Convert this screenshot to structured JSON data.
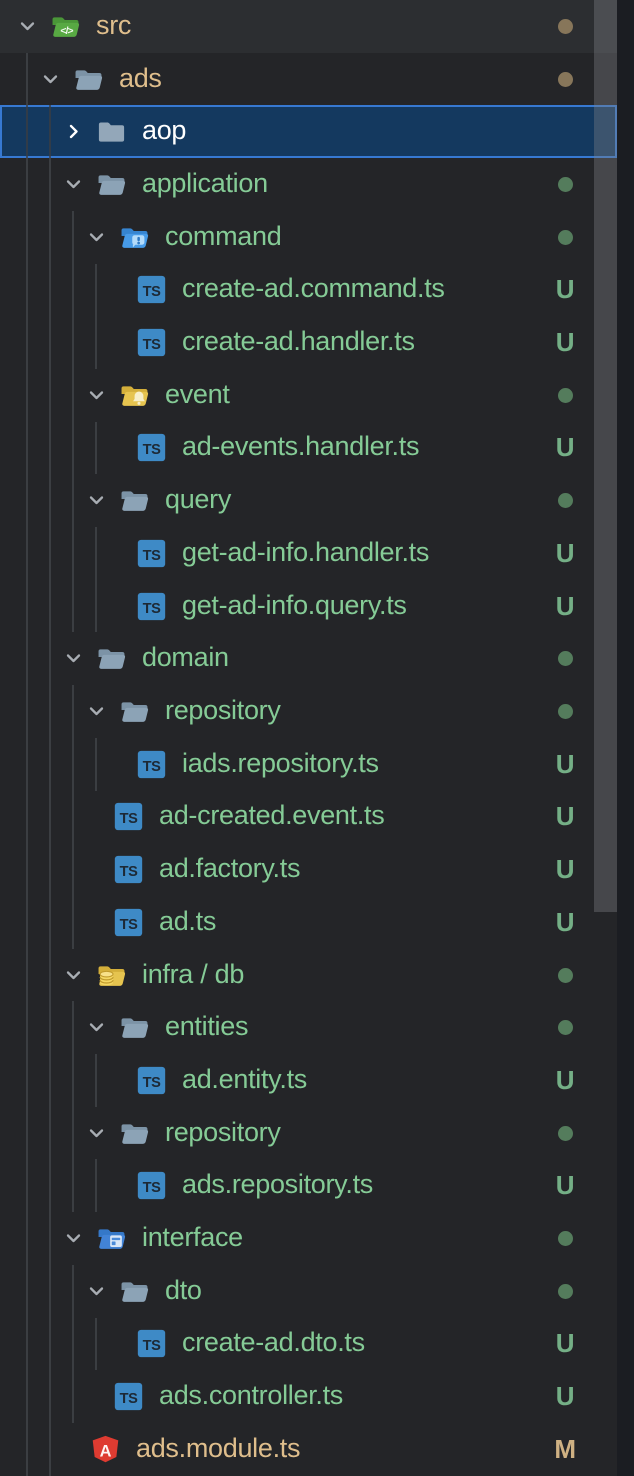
{
  "explorer": {
    "title": "file-explorer-tree",
    "colors": {
      "background": "#242528",
      "panel_edge": "#1B1D22",
      "row_hover": "#2C2E31",
      "selection_background": "#14395F",
      "selection_border": "#3779D2",
      "indent_guide": "#3B3E42",
      "chevron": "#A8ADB3",
      "chevron_selected": "#FFFFFF",
      "text_untracked": "#85CB96",
      "text_modified": "#DFBE8C",
      "text_selected": "#FFFFFF",
      "badge_untracked": "#74AF86",
      "badge_modified": "#CFB183",
      "dot_untracked": "#547C5C",
      "dot_modified": "#87765A",
      "ts_icon_blue": "#3E8AC6",
      "angular_icon_red": "#DE3B31",
      "folder_gray": "#8CA3B6",
      "folder_blue": "#479BE8",
      "folder_yellow": "#E6C44F",
      "folder_green": "#58A943",
      "scrollbar_thumb": "rgba(125,128,133,0.38)"
    },
    "rows": [
      {
        "label": "src",
        "level": 0,
        "kind": "folder",
        "expanded": true,
        "icon": "folder-src",
        "git": "modified",
        "badge": "dot",
        "hover": true,
        "selected": false
      },
      {
        "label": "ads",
        "level": 1,
        "kind": "folder",
        "expanded": true,
        "icon": "folder-open",
        "git": "modified",
        "badge": "dot",
        "hover": false,
        "selected": false
      },
      {
        "label": "aop",
        "level": 2,
        "kind": "folder",
        "expanded": false,
        "icon": "folder-closed",
        "git": "none",
        "badge": null,
        "hover": false,
        "selected": true
      },
      {
        "label": "application",
        "level": 2,
        "kind": "folder",
        "expanded": true,
        "icon": "folder-open",
        "git": "untracked",
        "badge": "dot",
        "hover": false,
        "selected": false
      },
      {
        "label": "command",
        "level": 3,
        "kind": "folder",
        "expanded": true,
        "icon": "folder-command",
        "git": "untracked",
        "badge": "dot",
        "hover": false,
        "selected": false
      },
      {
        "label": "create-ad.command.ts",
        "level": 4,
        "kind": "file",
        "expanded": null,
        "icon": "file-ts",
        "git": "untracked",
        "badge": "U",
        "hover": false,
        "selected": false
      },
      {
        "label": "create-ad.handler.ts",
        "level": 4,
        "kind": "file",
        "expanded": null,
        "icon": "file-ts",
        "git": "untracked",
        "badge": "U",
        "hover": false,
        "selected": false
      },
      {
        "label": "event",
        "level": 3,
        "kind": "folder",
        "expanded": true,
        "icon": "folder-event",
        "git": "untracked",
        "badge": "dot",
        "hover": false,
        "selected": false
      },
      {
        "label": "ad-events.handler.ts",
        "level": 4,
        "kind": "file",
        "expanded": null,
        "icon": "file-ts",
        "git": "untracked",
        "badge": "U",
        "hover": false,
        "selected": false
      },
      {
        "label": "query",
        "level": 3,
        "kind": "folder",
        "expanded": true,
        "icon": "folder-open",
        "git": "untracked",
        "badge": "dot",
        "hover": false,
        "selected": false
      },
      {
        "label": "get-ad-info.handler.ts",
        "level": 4,
        "kind": "file",
        "expanded": null,
        "icon": "file-ts",
        "git": "untracked",
        "badge": "U",
        "hover": false,
        "selected": false
      },
      {
        "label": "get-ad-info.query.ts",
        "level": 4,
        "kind": "file",
        "expanded": null,
        "icon": "file-ts",
        "git": "untracked",
        "badge": "U",
        "hover": false,
        "selected": false
      },
      {
        "label": "domain",
        "level": 2,
        "kind": "folder",
        "expanded": true,
        "icon": "folder-open",
        "git": "untracked",
        "badge": "dot",
        "hover": false,
        "selected": false
      },
      {
        "label": "repository",
        "level": 3,
        "kind": "folder",
        "expanded": true,
        "icon": "folder-open",
        "git": "untracked",
        "badge": "dot",
        "hover": false,
        "selected": false
      },
      {
        "label": "iads.repository.ts",
        "level": 4,
        "kind": "file",
        "expanded": null,
        "icon": "file-ts",
        "git": "untracked",
        "badge": "U",
        "hover": false,
        "selected": false
      },
      {
        "label": "ad-created.event.ts",
        "level": 3,
        "kind": "file",
        "expanded": null,
        "icon": "file-ts",
        "git": "untracked",
        "badge": "U",
        "hover": false,
        "selected": false
      },
      {
        "label": "ad.factory.ts",
        "level": 3,
        "kind": "file",
        "expanded": null,
        "icon": "file-ts",
        "git": "untracked",
        "badge": "U",
        "hover": false,
        "selected": false
      },
      {
        "label": "ad.ts",
        "level": 3,
        "kind": "file",
        "expanded": null,
        "icon": "file-ts",
        "git": "untracked",
        "badge": "U",
        "hover": false,
        "selected": false
      },
      {
        "label": "infra / db",
        "level": 2,
        "kind": "folder",
        "expanded": true,
        "icon": "folder-database",
        "git": "untracked",
        "badge": "dot",
        "hover": false,
        "selected": false
      },
      {
        "label": "entities",
        "level": 3,
        "kind": "folder",
        "expanded": true,
        "icon": "folder-open",
        "git": "untracked",
        "badge": "dot",
        "hover": false,
        "selected": false
      },
      {
        "label": "ad.entity.ts",
        "level": 4,
        "kind": "file",
        "expanded": null,
        "icon": "file-ts",
        "git": "untracked",
        "badge": "U",
        "hover": false,
        "selected": false
      },
      {
        "label": "repository",
        "level": 3,
        "kind": "folder",
        "expanded": true,
        "icon": "folder-open",
        "git": "untracked",
        "badge": "dot",
        "hover": false,
        "selected": false
      },
      {
        "label": "ads.repository.ts",
        "level": 4,
        "kind": "file",
        "expanded": null,
        "icon": "file-ts",
        "git": "untracked",
        "badge": "U",
        "hover": false,
        "selected": false
      },
      {
        "label": "interface",
        "level": 2,
        "kind": "folder",
        "expanded": true,
        "icon": "folder-interface",
        "git": "untracked",
        "badge": "dot",
        "hover": false,
        "selected": false
      },
      {
        "label": "dto",
        "level": 3,
        "kind": "folder",
        "expanded": true,
        "icon": "folder-open",
        "git": "untracked",
        "badge": "dot",
        "hover": false,
        "selected": false
      },
      {
        "label": "create-ad.dto.ts",
        "level": 4,
        "kind": "file",
        "expanded": null,
        "icon": "file-ts",
        "git": "untracked",
        "badge": "U",
        "hover": false,
        "selected": false
      },
      {
        "label": "ads.controller.ts",
        "level": 3,
        "kind": "file",
        "expanded": null,
        "icon": "file-ts",
        "git": "untracked",
        "badge": "U",
        "hover": false,
        "selected": false
      },
      {
        "label": "ads.module.ts",
        "level": 2,
        "kind": "file",
        "expanded": null,
        "icon": "file-angular",
        "git": "modified",
        "badge": "M",
        "hover": false,
        "selected": false
      }
    ]
  }
}
